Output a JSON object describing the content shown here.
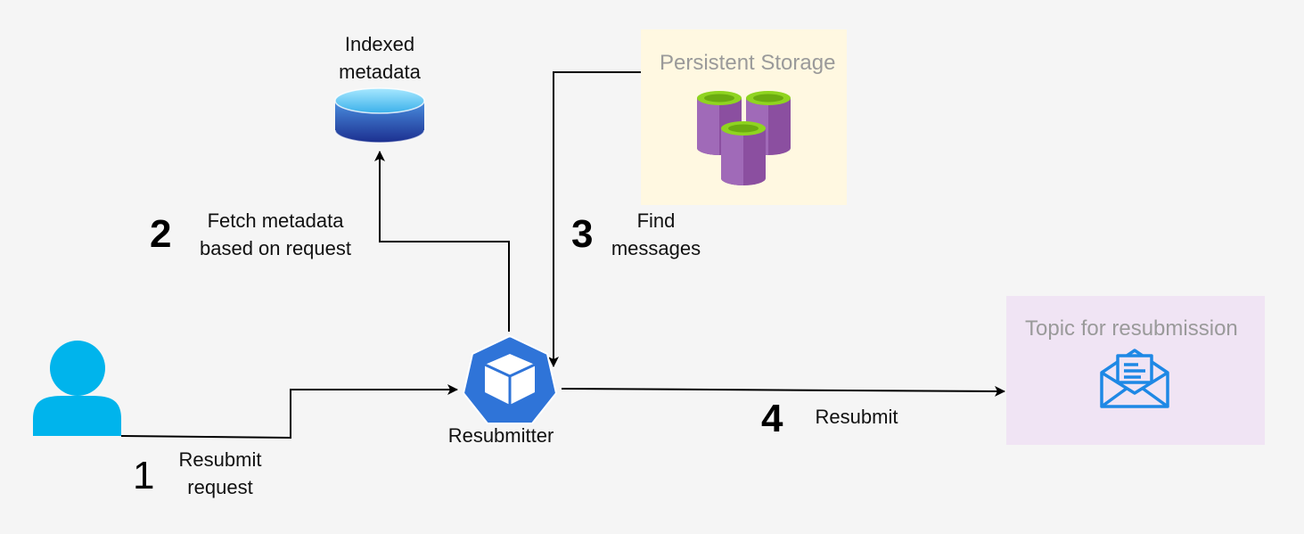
{
  "nodes": {
    "user": {
      "icon": "user-icon"
    },
    "indexed_metadata": {
      "label_line1": "Indexed",
      "label_line2": "metadata",
      "icon": "database-icon"
    },
    "persistent_storage": {
      "title": "Persistent Storage",
      "icon": "storage-cylinders-icon",
      "bg": "#fff8e1"
    },
    "resubmitter": {
      "label": "Resubmitter",
      "icon": "kubernetes-cube-icon",
      "color": "#2f74d8"
    },
    "topic": {
      "title": "Topic for resubmission",
      "icon": "envelope-icon",
      "bg": "#f0e4f4"
    }
  },
  "steps": [
    {
      "number": "1",
      "line1": "Resubmit",
      "line2": "request"
    },
    {
      "number": "2",
      "line1": "Fetch metadata",
      "line2": "based on request"
    },
    {
      "number": "3",
      "line1": "Find",
      "line2": "messages"
    },
    {
      "number": "4",
      "line1": "Resubmit"
    }
  ],
  "colors": {
    "user": "#00b4ec",
    "storage_purple": "#8b4fa0",
    "storage_green": "#8fd420",
    "topic_icon": "#1e88e5"
  }
}
